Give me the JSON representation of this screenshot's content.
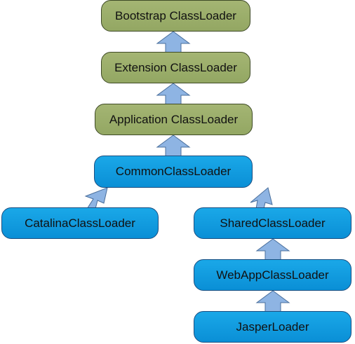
{
  "nodes": {
    "bootstrap": "Bootstrap ClassLoader",
    "extension": "Extension ClassLoader",
    "application": "Application ClassLoader",
    "common": "CommonClassLoader",
    "catalina": "CatalinaClassLoader",
    "shared": "SharedClassLoader",
    "webapp": "WebAppClassLoader",
    "jasper": "JasperLoader"
  },
  "colors": {
    "system_fill": "#9aad69",
    "system_border": "#3e4a26",
    "tomcat_fill": "#0f9ade",
    "tomcat_border": "#1b4e80",
    "arrow_fill": "#8eb4e3",
    "arrow_border": "#4a6f9c"
  }
}
